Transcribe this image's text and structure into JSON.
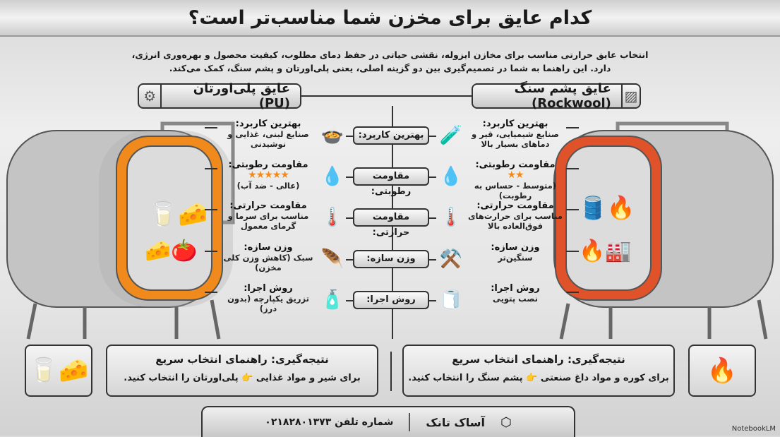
{
  "title": "کدام عایق برای مخزن شما مناسب‌تر است؟",
  "intro": [
    "انتخاب عایق حرارتی مناسب برای مخازن ایزوله، نقشی حیاتی در حفظ دمای مطلوب، کیفیت محصول و بهره‌وری انرژی،",
    "دارد. این راهنما به شما در تصمیم‌گیری بین دو گزینه اصلی، یعنی پلی‌اورتان و پشم سنگ، کمک می‌کند."
  ],
  "pu": {
    "title": "عایق پلی‌اورتان (PU)",
    "icon": "gear-icon",
    "color": "#f08a1c",
    "items": [
      {
        "label": "بهترین کاربرد:",
        "value": "صنایع لبنی، غذایی و نوشیدنی",
        "icon": "food-drink-icon"
      },
      {
        "label": "مقاومت رطوبتی:",
        "stars": "★★★★★",
        "rating": 5,
        "value": "(عالی - ضد آب)",
        "icon": "water-drop-shield-icon"
      },
      {
        "label": "مقاومت حرارتی:",
        "value": "مناسب برای سرما و گرمای معمول",
        "icon": "thermometer-cold-icon"
      },
      {
        "label": "وزن سازه:",
        "value": "سبک (کاهش وزن کلی مخزن)",
        "icon": "feather-icon"
      },
      {
        "label": "روش اجرا:",
        "value": "تزریق یکپارچه (بدون درز)",
        "icon": "foam-spray-icon"
      }
    ]
  },
  "rockwool": {
    "title": "عایق پشم سنگ (Rockwool)",
    "icon": "insulation-pattern-icon",
    "color": "#e0522a",
    "items": [
      {
        "label": "بهترین کاربرد:",
        "value": "صنایع شیمیایی، قیر و دماهای بسیار بالا",
        "icon": "lab-flask-icon"
      },
      {
        "label": "مقاومت رطوبتی:",
        "stars": "★★",
        "rating": 2,
        "value": "(متوسط - حساس به رطوبت)",
        "icon": "water-drop-warning-icon"
      },
      {
        "label": "مقاومت حرارتی:",
        "value": "مناسب برای حرارت‌های فوق‌العاده بالا",
        "icon": "thermometer-hot-icon"
      },
      {
        "label": "وزن سازه:",
        "value": "سنگین‌تر",
        "icon": "anvil-icon"
      },
      {
        "label": "روش اجرا:",
        "value": "نصب پتویی",
        "icon": "blanket-roll-icon"
      }
    ]
  },
  "center": [
    "بهترین کاربرد:",
    "مقاومت رطوبتی:",
    "مقاومت حرارتی:",
    "وزن سازه:",
    "روش اجرا:"
  ],
  "conclusion_pu": {
    "title": "نتیجه‌گیری: راهنمای انتخاب سریع",
    "text": "برای شیر و مواد غذایی 👉 پلی‌اورتان را انتخاب کنید."
  },
  "conclusion_rw": {
    "title": "نتیجه‌گیری: راهنمای انتخاب سریع",
    "text": "برای کوره و مواد داغ صنعتی 👉 پشم سنگ را انتخاب کنید."
  },
  "footer": {
    "brand": "آساک تانک",
    "phone": "شماره تلفن ۰۲۱۸۲۸۰۱۳۷۳"
  },
  "watermark": "NotebookLM"
}
